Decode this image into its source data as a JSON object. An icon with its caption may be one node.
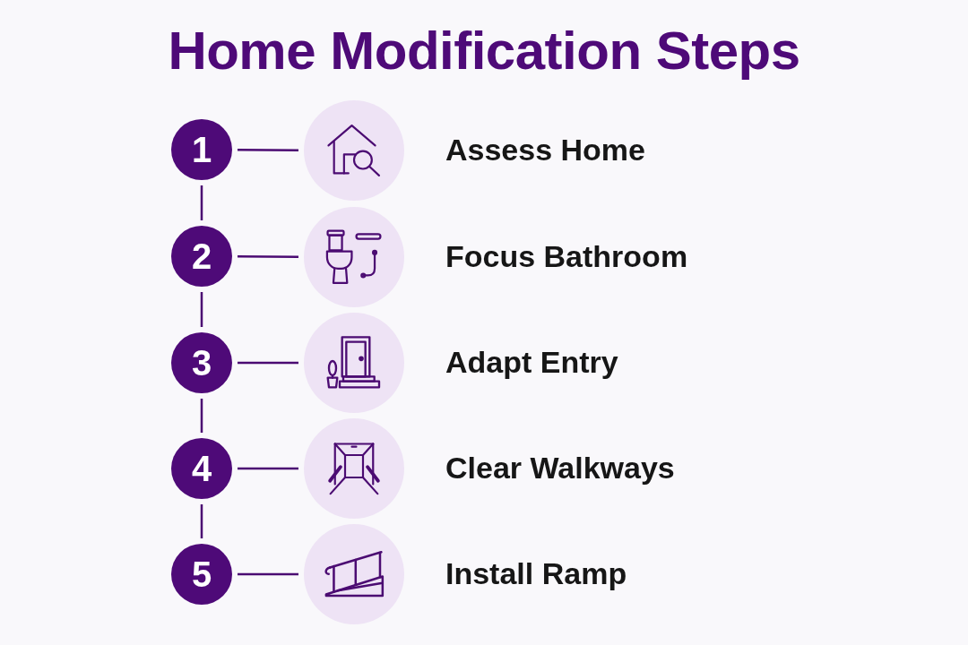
{
  "diagram": {
    "title": "Home Modification Steps",
    "nodes": [
      {
        "text": [
          "1"
        ]
      },
      {
        "text": [],
        "shape": "picture",
        "beside": [
          "Assess Home"
        ]
      },
      {
        "text": [
          "2"
        ]
      },
      {
        "text": [],
        "shape": "picture",
        "beside": [
          "Focus Bathroom"
        ]
      },
      {
        "text": [
          "3"
        ]
      },
      {
        "text": [],
        "shape": "picture",
        "beside": [
          "Adapt Entry"
        ]
      },
      {
        "text": [
          "4"
        ]
      },
      {
        "text": [],
        "shape": "picture",
        "beside": [
          "Clear Walkways"
        ]
      },
      {
        "text": [
          "5"
        ]
      },
      {
        "text": [],
        "shape": "picture",
        "beside": [
          "Install Ramp"
        ]
      }
    ],
    "edges": [
      {
        "from": 0,
        "to": 1,
        "arrow": "none"
      },
      {
        "from": 0,
        "to": 2,
        "arrow": "none"
      },
      {
        "from": 2,
        "to": 3,
        "arrow": "none"
      },
      {
        "from": 2,
        "to": 4,
        "arrow": "none"
      },
      {
        "from": 4,
        "to": 5,
        "arrow": "none"
      },
      {
        "from": 4,
        "to": 6,
        "arrow": "none"
      },
      {
        "from": 6,
        "to": 7,
        "arrow": "none"
      },
      {
        "from": 6,
        "to": 8,
        "arrow": "none"
      },
      {
        "from": 8,
        "to": 9,
        "arrow": "none"
      }
    ]
  }
}
